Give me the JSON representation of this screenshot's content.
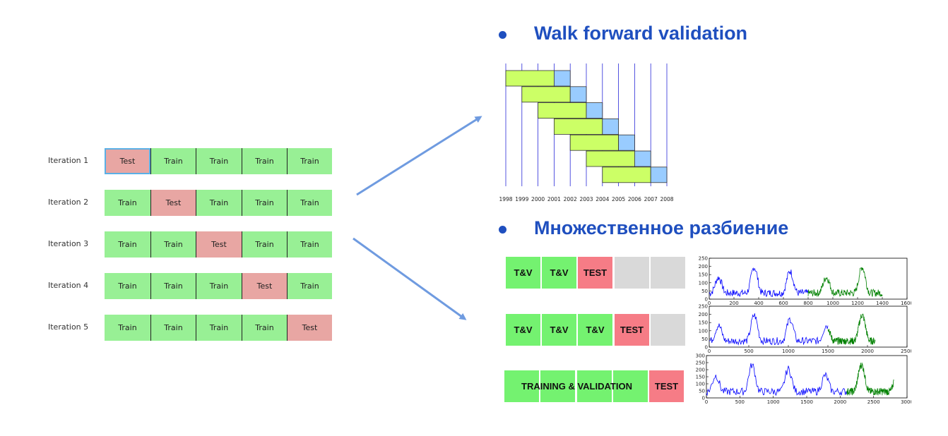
{
  "kfold": {
    "iterations": [
      {
        "label": "Iteration 1",
        "folds": [
          "Test",
          "Train",
          "Train",
          "Train",
          "Train"
        ]
      },
      {
        "label": "Iteration 2",
        "folds": [
          "Train",
          "Test",
          "Train",
          "Train",
          "Train"
        ]
      },
      {
        "label": "Iteration 3",
        "folds": [
          "Train",
          "Train",
          "Test",
          "Train",
          "Train"
        ]
      },
      {
        "label": "Iteration 4",
        "folds": [
          "Train",
          "Train",
          "Train",
          "Test",
          "Train"
        ]
      },
      {
        "label": "Iteration 5",
        "folds": [
          "Train",
          "Train",
          "Train",
          "Train",
          "Test"
        ]
      }
    ],
    "colors": {
      "train": "#98f095",
      "test": "#e8a6a3",
      "highlight": "#5ab0e6"
    }
  },
  "walk_forward": {
    "title": "Walk forward validation",
    "years": [
      "1998",
      "1999",
      "2000",
      "2001",
      "2002",
      "2003",
      "2004",
      "2005",
      "2006",
      "2007",
      "2008"
    ],
    "windows": [
      {
        "train_start": "1998",
        "train_end": "2001",
        "test_end": "2002"
      },
      {
        "train_start": "1999",
        "train_end": "2002",
        "test_end": "2003"
      },
      {
        "train_start": "2000",
        "train_end": "2003",
        "test_end": "2004"
      },
      {
        "train_start": "2001",
        "train_end": "2004",
        "test_end": "2005"
      },
      {
        "train_start": "2002",
        "train_end": "2005",
        "test_end": "2006"
      },
      {
        "train_start": "2003",
        "train_end": "2006",
        "test_end": "2007"
      },
      {
        "train_start": "2004",
        "train_end": "2007",
        "test_end": "2008"
      }
    ],
    "colors": {
      "train": "#ccff66",
      "test": "#99ccff",
      "gridline": "#2a2ad8"
    }
  },
  "multiple_split": {
    "title": "Множественное разбиение",
    "rows": [
      {
        "boxes": [
          "T&V",
          "T&V",
          "TEST",
          "",
          ""
        ],
        "kinds": [
          "tv",
          "tv",
          "test",
          "empty",
          "empty"
        ]
      },
      {
        "boxes": [
          "T&V",
          "T&V",
          "T&V",
          "TEST",
          ""
        ],
        "kinds": [
          "tv",
          "tv",
          "tv",
          "test",
          "empty"
        ]
      },
      {
        "wide_label": "TRAINING & VALIDATION",
        "test_label": "TEST"
      }
    ],
    "colors": {
      "tv": "#74f270",
      "test": "#f67c86",
      "empty": "#d9d9d9"
    }
  },
  "chart_data": [
    {
      "type": "line",
      "x_ticks": [
        0,
        200,
        400,
        600,
        800,
        1000,
        1200,
        1400,
        1600
      ],
      "y_ticks": [
        0,
        50,
        100,
        150,
        200,
        250
      ],
      "xlim": [
        0,
        1600
      ],
      "ylim": [
        0,
        250
      ],
      "series": [
        {
          "color": "#0000ff",
          "x_range": [
            0,
            800
          ]
        },
        {
          "color": "#008000",
          "x_range": [
            800,
            1400
          ]
        }
      ]
    },
    {
      "type": "line",
      "x_ticks": [
        0,
        500,
        1000,
        1500,
        2000,
        2500
      ],
      "y_ticks": [
        0,
        50,
        100,
        150,
        200,
        250
      ],
      "xlim": [
        0,
        2500
      ],
      "ylim": [
        0,
        250
      ],
      "series": [
        {
          "color": "#0000ff",
          "x_range": [
            0,
            1500
          ]
        },
        {
          "color": "#008000",
          "x_range": [
            1500,
            2100
          ]
        }
      ]
    },
    {
      "type": "line",
      "x_ticks": [
        0,
        500,
        1000,
        1500,
        2000,
        2500,
        3000
      ],
      "y_ticks": [
        0,
        50,
        100,
        150,
        200,
        250,
        300
      ],
      "xlim": [
        0,
        3000
      ],
      "ylim": [
        0,
        300
      ],
      "series": [
        {
          "color": "#0000ff",
          "x_range": [
            0,
            2100
          ]
        },
        {
          "color": "#008000",
          "x_range": [
            2100,
            2800
          ]
        }
      ]
    }
  ]
}
